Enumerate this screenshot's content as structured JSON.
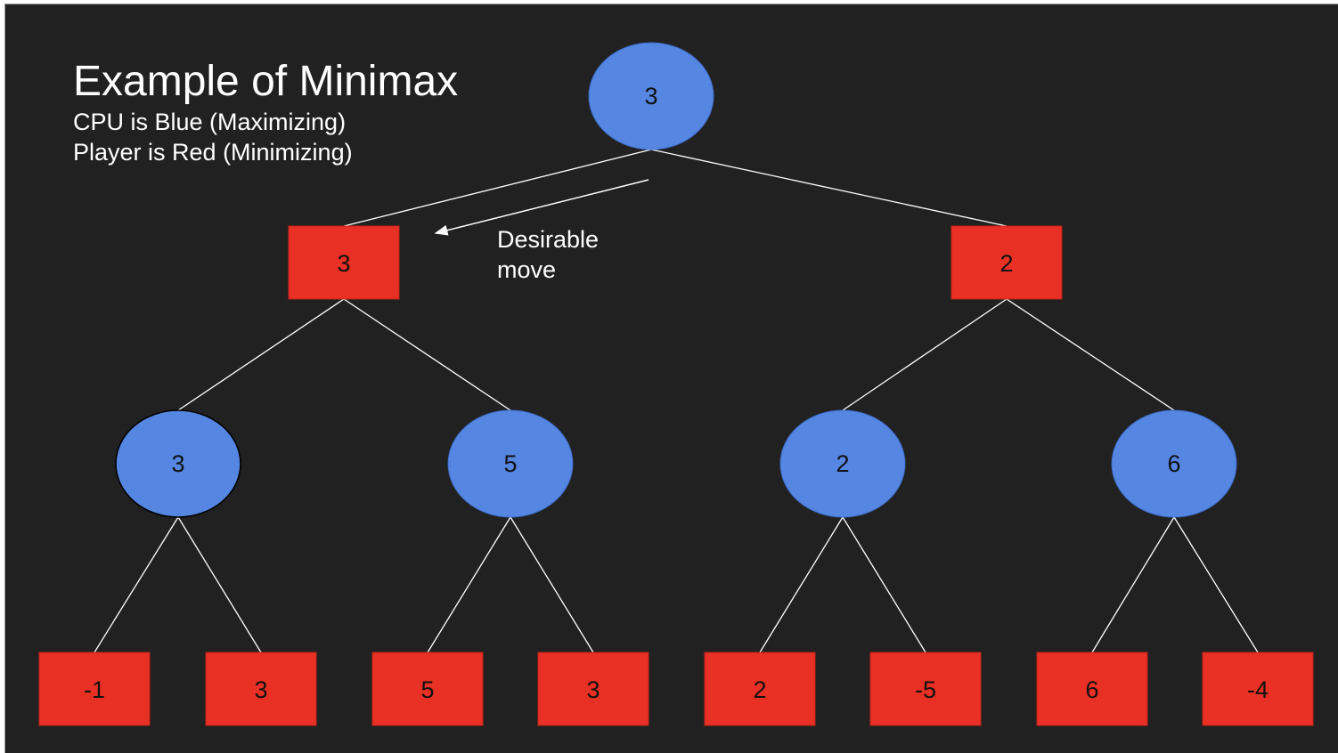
{
  "title": "Example of Minimax",
  "subtitle_lines": [
    "CPU is Blue (Maximizing)",
    "Player is Red (Minimizing)"
  ],
  "annotation": {
    "lines": [
      "Desirable",
      "move"
    ]
  },
  "colors": {
    "background": "#212121",
    "maximizing_node": "#5586e2",
    "minimizing_node": "#e83124",
    "edge": "#ffffff",
    "text": "#ffffff"
  },
  "legend": {
    "blue": "maximizing",
    "red": "minimizing"
  },
  "tree": {
    "root": "3",
    "level1": [
      "3",
      "2"
    ],
    "level2": [
      "3",
      "5",
      "2",
      "6"
    ],
    "leaves": [
      "-1",
      "3",
      "5",
      "3",
      "2",
      "-5",
      "6",
      "-4"
    ]
  },
  "desirable_move_target": "level1.0"
}
